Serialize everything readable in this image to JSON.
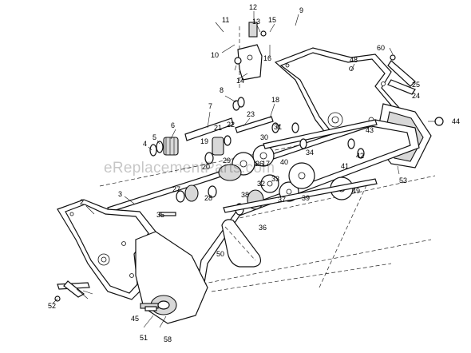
{
  "watermark": "eReplacementParts.com",
  "callouts": [
    "2",
    "3",
    "4",
    "5",
    "6",
    "7",
    "8",
    "9",
    "10",
    "11",
    "12",
    "13",
    "14",
    "15",
    "16",
    "17",
    "18",
    "19",
    "20",
    "21",
    "22",
    "23",
    "24",
    "25",
    "26",
    "27",
    "28",
    "29",
    "30",
    "31",
    "32",
    "33",
    "34",
    "35",
    "36",
    "37",
    "38",
    "39",
    "40",
    "41",
    "42",
    "43",
    "44",
    "45",
    "48",
    "49",
    "50",
    "51",
    "52",
    "53",
    "58",
    "60"
  ]
}
